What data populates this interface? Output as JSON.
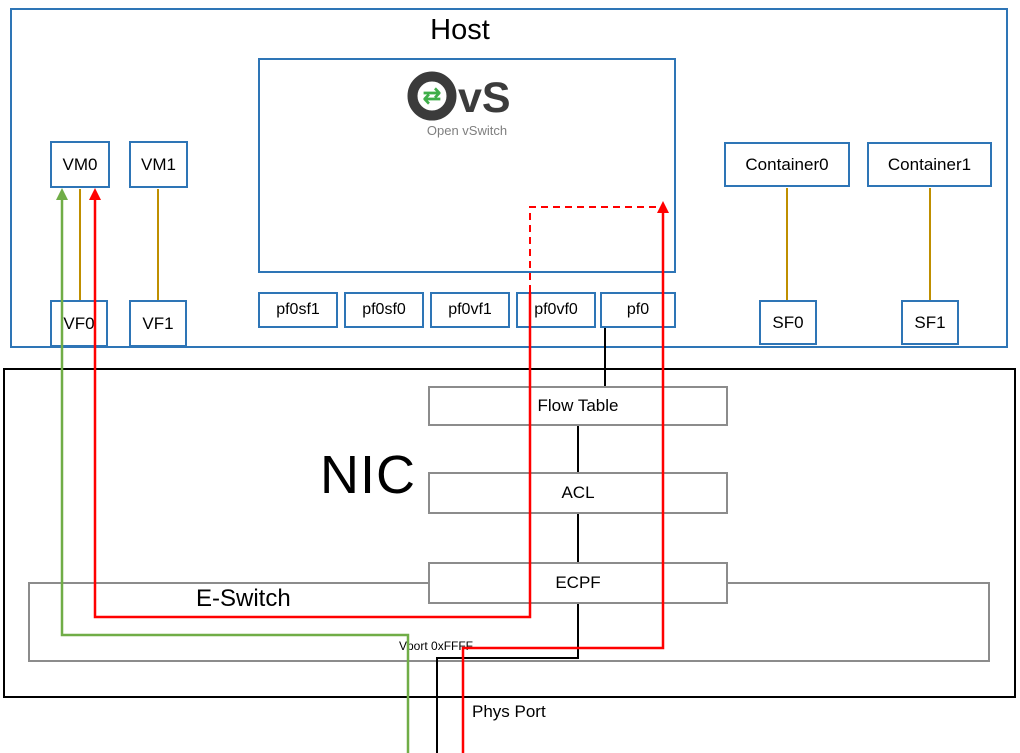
{
  "diagram": {
    "host": {
      "title": "Host",
      "vms": [
        "VM0",
        "VM1"
      ],
      "containers": [
        "Container0",
        "Container1"
      ],
      "vfs": [
        "VF0",
        "VF1"
      ],
      "sfs": [
        "SF0",
        "SF1"
      ],
      "representor_ports": [
        "pf0sf1",
        "pf0sf0",
        "pf0vf1",
        "pf0vf0",
        "pf0"
      ],
      "ovs": {
        "swap_icon": "⇄",
        "logo_text": "vS",
        "subtitle": "Open vSwitch"
      }
    },
    "nic": {
      "title": "NIC",
      "blocks": {
        "flow_table": "Flow Table",
        "acl": "ACL",
        "ecpf": "ECPF"
      },
      "eswitch": {
        "label": "E-Switch",
        "vport": "Vport 0xFFFF"
      },
      "phys_port": "Phys Port"
    },
    "colors": {
      "host_border": "#2e75b6",
      "nic_border": "#000000",
      "block_border": "#8c8c8c",
      "vm_link": "#bf8f00",
      "pipeline_link": "#000000",
      "offload_path_green": "#70ad47",
      "slow_path_red": "#ff0000",
      "ovs_dark": "#3b3b3b",
      "ovs_green": "#3fae49"
    }
  }
}
